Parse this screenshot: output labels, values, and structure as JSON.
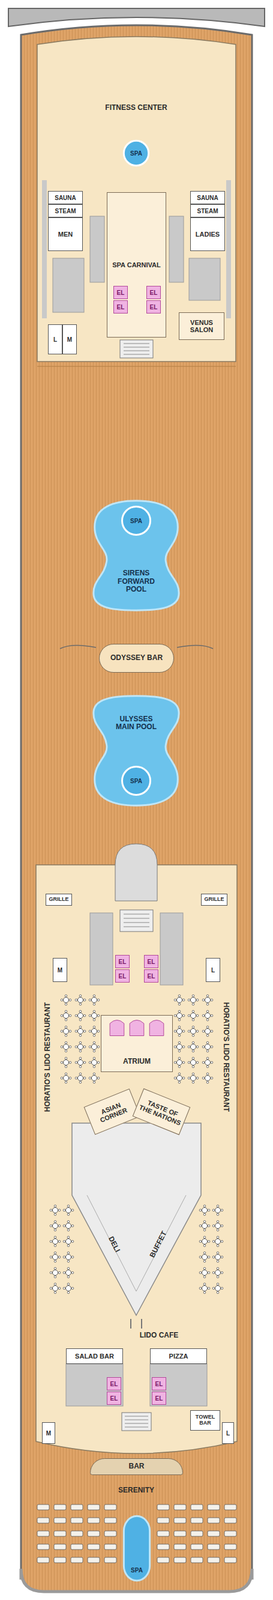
{
  "diagram": {
    "nodes": [
      {
        "text": [
          "SPA"
        ]
      },
      {
        "text": [
          "SAUNA"
        ]
      },
      {
        "text": [
          "STEAM"
        ]
      },
      {
        "text": [
          "MEN"
        ]
      },
      {
        "text": [
          "SAUNA"
        ]
      },
      {
        "text": [
          "STEAM"
        ]
      },
      {
        "text": [
          "LADIES"
        ]
      },
      {
        "text": [
          "SPA CARNIVAL"
        ]
      },
      {
        "text": [
          "EL"
        ],
        "in": 7
      },
      {
        "text": [
          "EL"
        ],
        "in": 7
      },
      {
        "text": [
          "EL"
        ],
        "in": 7
      },
      {
        "text": [
          "EL"
        ],
        "in": 7
      },
      {
        "text": [
          "VENUS SALON"
        ]
      },
      {
        "text": [
          "L"
        ]
      },
      {
        "text": [
          "M"
        ]
      },
      {
        "text": [
          "SIRENS FORWARD POOL"
        ]
      },
      {
        "text": [
          "SPA"
        ],
        "in": 15
      },
      {
        "text": [
          "ODYSSEY BAR"
        ]
      },
      {
        "text": [
          "ULYSSES MAIN POOL"
        ]
      },
      {
        "text": [
          "SPA"
        ],
        "in": 18
      },
      {
        "text": [
          "GRILLE"
        ]
      },
      {
        "text": [
          "GRILLE"
        ]
      },
      {
        "text": [
          "M"
        ]
      },
      {
        "text": [
          "EL"
        ]
      },
      {
        "text": [
          "EL"
        ]
      },
      {
        "text": [
          "EL"
        ]
      },
      {
        "text": [
          "EL"
        ]
      },
      {
        "text": [
          "L"
        ]
      },
      {
        "text": [
          "ATRIUM"
        ]
      },
      {
        "text": [
          "ASIAN CORNER"
        ]
      },
      {
        "text": [
          "TASTE OF THE NATIONS"
        ]
      },
      {
        "text": [
          "SALAD BAR"
        ]
      },
      {
        "text": [
          "PIZZA"
        ]
      },
      {
        "text": [
          "EL"
        ]
      },
      {
        "text": [
          "EL"
        ]
      },
      {
        "text": [
          "EL"
        ]
      },
      {
        "text": [
          "EL"
        ]
      },
      {
        "text": [
          "M"
        ]
      },
      {
        "text": [
          "TOWEL BAR"
        ]
      },
      {
        "text": [
          "L"
        ]
      },
      {
        "text": [
          "BAR"
        ]
      },
      {
        "text": [
          "SPA"
        ]
      }
    ],
    "labels": [
      "FITNESS CENTER",
      "HORATIO'S LIDO RESTAURANT",
      "HORATIO'S LIDO RESTAURANT",
      "DELI",
      "BUFFET",
      "LIDO CAFE",
      "SERENITY"
    ]
  }
}
